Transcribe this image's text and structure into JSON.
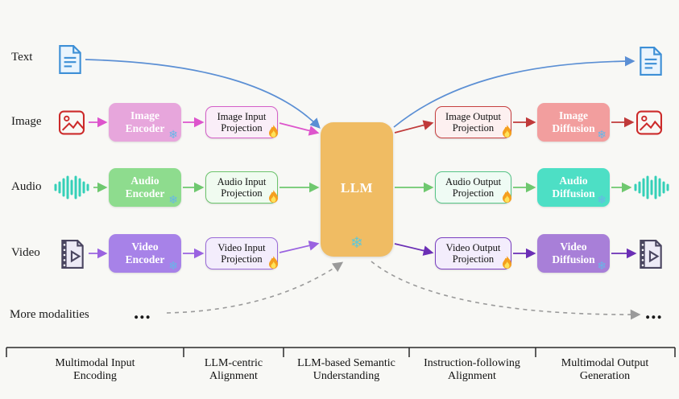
{
  "left_labels": {
    "text": "Text",
    "image": "Image",
    "audio": "Audio",
    "video": "Video",
    "more": "More modalities"
  },
  "dots_left": "...",
  "dots_right": "...",
  "encoders": {
    "image": "Image Encoder",
    "audio": "Audio Encoder",
    "video": "Video Encoder"
  },
  "input_projections": {
    "image": "Image Input Projection",
    "audio": "Audio Input Projection",
    "video": "Video Input Projection"
  },
  "llm": {
    "label": "LLM"
  },
  "output_projections": {
    "image": "Image Output Projection",
    "audio": "Audio Output Projection",
    "video": "Video Output Projection"
  },
  "diffusions": {
    "image": "Image Diffusion",
    "audio": "Audio Diffusion",
    "video": "Video Diffusion"
  },
  "icons": {
    "snowflake": "❄",
    "fire": "fire-icon",
    "text_doc": "document-icon",
    "image_pic": "picture-icon",
    "audio_wave": "waveform-icon",
    "video_file": "video-file-icon"
  },
  "stages": [
    "Multimodal Input Encoding",
    "LLM-centric Alignment",
    "LLM-based Semantic Understanding",
    "Instruction-following Alignment",
    "Multimodal Output Generation"
  ],
  "palette": {
    "text_blue": "#3d8fd6",
    "image_pink": "#e7a6dc",
    "image_magenta_arrow": "#dd55cc",
    "image_red": "#c03a3a",
    "audio_green": "#8edc8e",
    "audio_teal": "#45ddc2",
    "video_purple_light": "#a782e8",
    "video_purple_dark": "#6b2fb5",
    "llm_orange": "#f0bc63",
    "frozen_blue": "#67b6e8",
    "more_gray": "#9a9a9a"
  }
}
